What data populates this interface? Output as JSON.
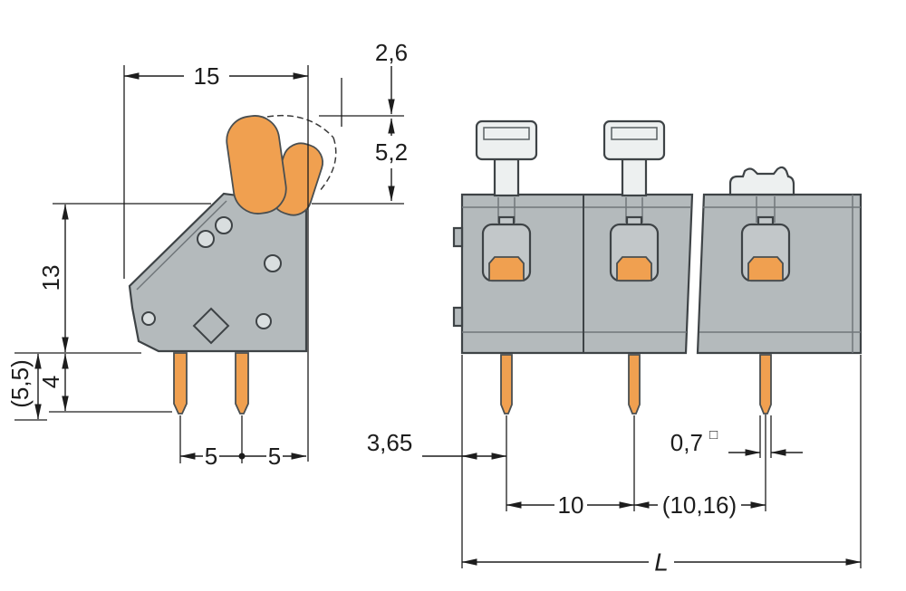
{
  "drawing": {
    "type": "technical-dimension-drawing",
    "subject": "pcb-terminal-block",
    "views": {
      "side": {
        "dims": {
          "width": "15",
          "lever_overhang": "2,6",
          "lever_height": "5,2",
          "height": "13",
          "pin_length_alt": "(5,5)",
          "pin_length": "4",
          "pin_pitch_a": "5",
          "pin_pitch_b": "5"
        }
      },
      "front": {
        "dims": {
          "edge_to_pin": "3,65",
          "pitch": "10",
          "pitch_alt": "(10,16)",
          "pin_cross_section": "0,7",
          "pin_cross_section_symbol": "□",
          "overall_length": "L"
        }
      }
    },
    "colors": {
      "body": "#b4babc",
      "accent": "#f0a050",
      "line": "#1d1d1d",
      "pusher": "#edf0f0",
      "background": "#ffffff"
    }
  }
}
